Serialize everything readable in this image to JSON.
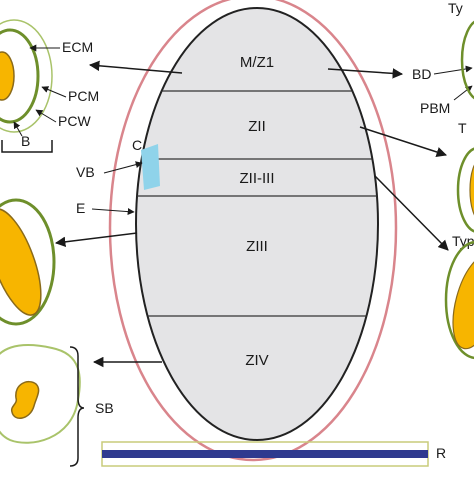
{
  "zones": {
    "mz1": "M/Z1",
    "zii": "ZII",
    "zii_iii": "ZII-III",
    "ziii": "ZIII",
    "ziv": "ZIV"
  },
  "labels": {
    "ecm": "ECM",
    "pcm": "PCM",
    "pcw": "PCW",
    "b": "B",
    "bd": "BD",
    "pbm": "PBM",
    "c": "C",
    "vb": "VB",
    "e": "E",
    "sb": "SB",
    "r": "R",
    "ty_top": "Ty",
    "t_right": "T",
    "typ_right": "Typ"
  },
  "colors": {
    "pink_envelope": "#d9858c",
    "oval_fill": "#e4e4e6",
    "cell_outline": "#6e8f2b",
    "cell_inner_line": "#a9c36a",
    "nucleus": "#f7b500",
    "nucleus_edge": "#8a6a1a",
    "vb_band": "#8fd3ea",
    "rod_blue": "#2f3a8f",
    "rod_outer": "#c9cc7a"
  }
}
